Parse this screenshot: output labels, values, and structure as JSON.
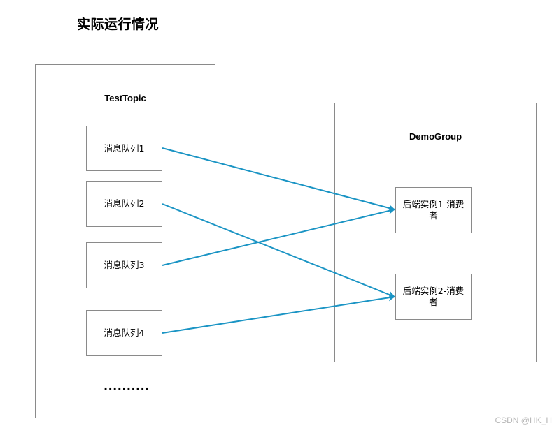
{
  "title": "实际运行情况",
  "topic": {
    "label": "TestTopic",
    "queues": [
      "消息队列1",
      "消息队列2",
      "消息队列3",
      "消息队列4"
    ],
    "ellipsis": ".........."
  },
  "group": {
    "label": "DemoGroup",
    "consumers": [
      "后端实例1-消费者",
      "后端实例2-消费者"
    ]
  },
  "connections": [
    {
      "from": "消息队列1",
      "to": "后端实例1-消费者"
    },
    {
      "from": "消息队列2",
      "to": "后端实例2-消费者"
    },
    {
      "from": "消息队列3",
      "to": "后端实例1-消费者"
    },
    {
      "from": "消息队列4",
      "to": "后端实例2-消费者"
    }
  ],
  "colors": {
    "arrow": "#1a94c4",
    "border": "#8a8a8a"
  },
  "watermark": "CSDN @HK_H"
}
